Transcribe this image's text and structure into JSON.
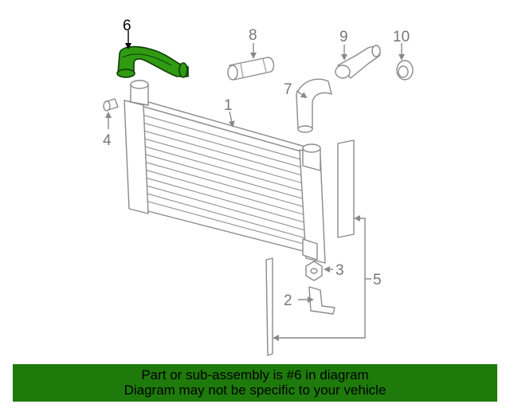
{
  "diagram": {
    "callouts": [
      "1",
      "2",
      "3",
      "4",
      "5",
      "6",
      "7",
      "8",
      "9",
      "10"
    ],
    "highlighted_callout": "6",
    "highlight_color": "#1f7a0c"
  },
  "banner": {
    "line1": "Part or sub-assembly is #6 in diagram",
    "line2": "Diagram may not be specific to your vehicle",
    "background": "#1f7a0c"
  }
}
